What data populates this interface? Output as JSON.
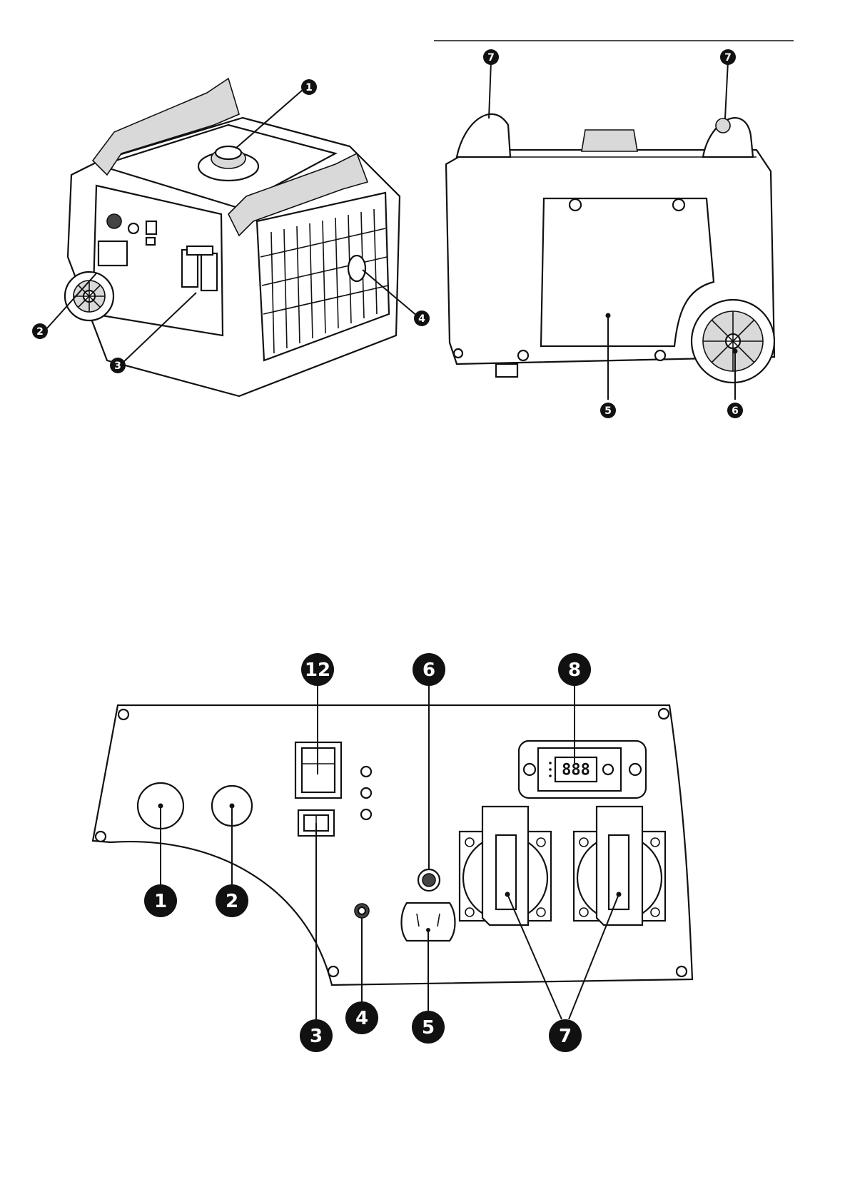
{
  "figure_top_left": {
    "callouts": [
      {
        "id": "c1",
        "label": "1"
      },
      {
        "id": "c2",
        "label": "2"
      },
      {
        "id": "c3",
        "label": "3"
      },
      {
        "id": "c4",
        "label": "4"
      }
    ]
  },
  "figure_top_right": {
    "callouts": [
      {
        "id": "c5",
        "label": "5"
      },
      {
        "id": "c6",
        "label": "6"
      },
      {
        "id": "c7a",
        "label": "7"
      },
      {
        "id": "c7b",
        "label": "7"
      }
    ]
  },
  "figure_bottom_panel": {
    "display_text": "888",
    "callouts": [
      {
        "id": "p12",
        "label": "12"
      },
      {
        "id": "p6",
        "label": "6"
      },
      {
        "id": "p8",
        "label": "8"
      },
      {
        "id": "p1",
        "label": "1"
      },
      {
        "id": "p2",
        "label": "2"
      },
      {
        "id": "p3",
        "label": "3"
      },
      {
        "id": "p4",
        "label": "4"
      },
      {
        "id": "p5",
        "label": "5"
      },
      {
        "id": "p7",
        "label": "7"
      }
    ]
  },
  "colors": {
    "ink": "#111111",
    "badge": "#111111",
    "paper": "#ffffff"
  }
}
